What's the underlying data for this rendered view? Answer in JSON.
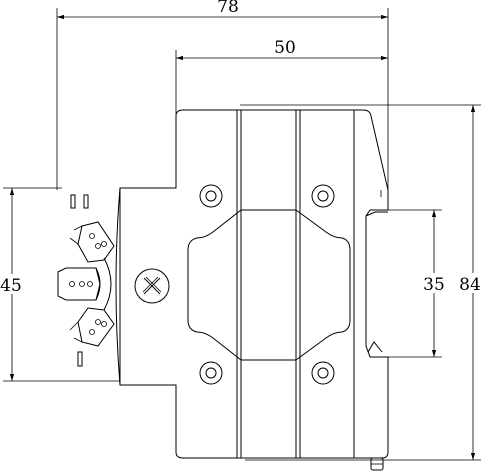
{
  "dimensions": {
    "width_total": "78",
    "width_body": "50",
    "height_front": "45",
    "height_rail": "35",
    "height_total": "84"
  },
  "colors": {
    "stroke": "#000000",
    "background": "#ffffff"
  }
}
